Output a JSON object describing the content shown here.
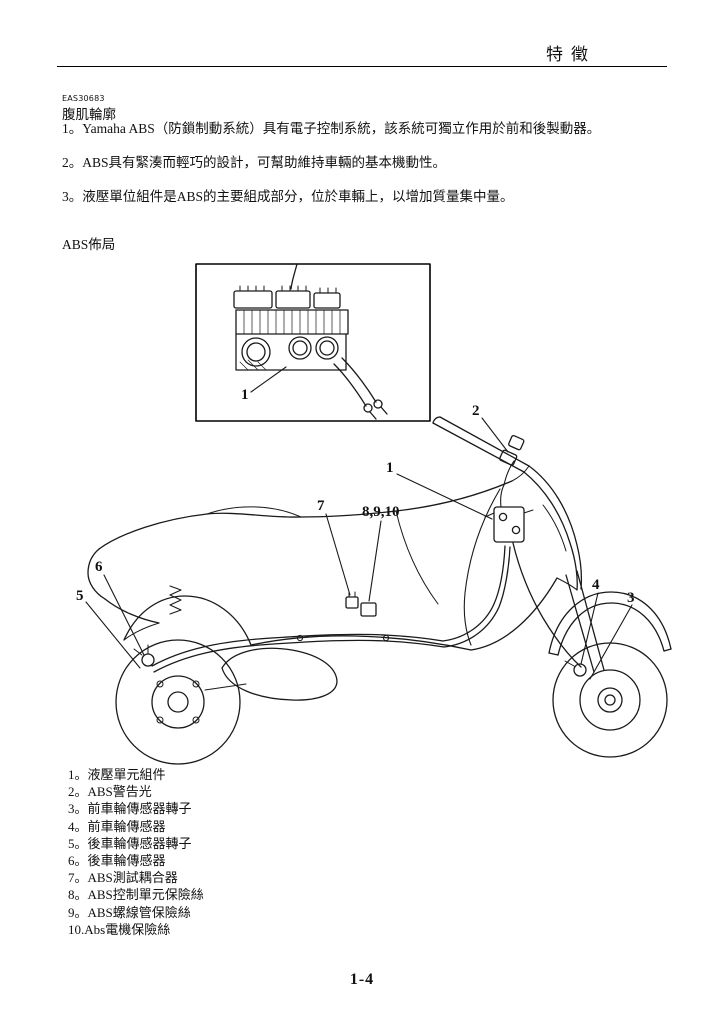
{
  "header": {
    "title": "特徵"
  },
  "section": {
    "code": "EAS30683",
    "title": "腹肌輪廓",
    "paragraphs": [
      "1。Yamaha ABS（防鎖制動系統）具有電子控制系統，該系統可獨立作用於前和後製動器。",
      "2。ABS具有緊湊而輕巧的設計，可幫助維持車輛的基本機動性。",
      "3。液壓單位組件是ABS的主要組成部分，位於車輛上，以增加質量集中量。"
    ],
    "layout_heading": "ABS佈局"
  },
  "diagram": {
    "inset_label": "1",
    "callouts": [
      {
        "label": "2"
      },
      {
        "label": "1"
      },
      {
        "label": "7"
      },
      {
        "label": "8,9,10"
      },
      {
        "label": "6"
      },
      {
        "label": "5"
      },
      {
        "label": "4"
      },
      {
        "label": "3"
      }
    ]
  },
  "legend": {
    "items": [
      "1。液壓單元組件",
      "2。ABS警告光",
      "3。前車輪傳感器轉子",
      "4。前車輪傳感器",
      "5。後車輪傳感器轉子",
      "6。後車輪傳感器",
      "7。ABS測試耦合器",
      "8。ABS控制單元保險絲",
      "9。ABS螺線管保險絲",
      "10.Abs電機保險絲"
    ]
  },
  "footer": {
    "page_number": "1-4"
  },
  "colors": {
    "ink": "#1a1a1a",
    "paper": "#ffffff"
  }
}
